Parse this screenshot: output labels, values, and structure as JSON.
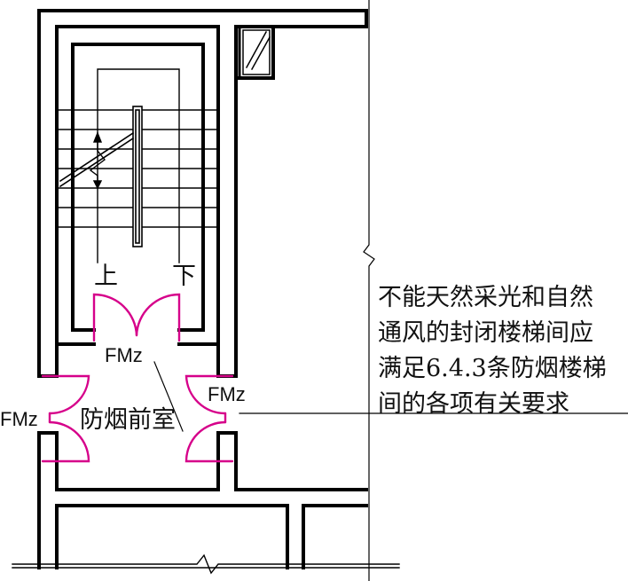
{
  "colors": {
    "wall": "#000000",
    "door": "#d6008a",
    "text": "#111111"
  },
  "stair_labels": {
    "up": "上",
    "down": "下"
  },
  "door_labels": {
    "top": "FMz",
    "right": "FMz",
    "left": "FMz"
  },
  "room_label": "防烟前室",
  "note_lines": [
    "不能天然采光和自然",
    "通风的封闭楼梯间应",
    "满足6.4.3条防烟楼梯",
    "间的各项有关要求"
  ]
}
